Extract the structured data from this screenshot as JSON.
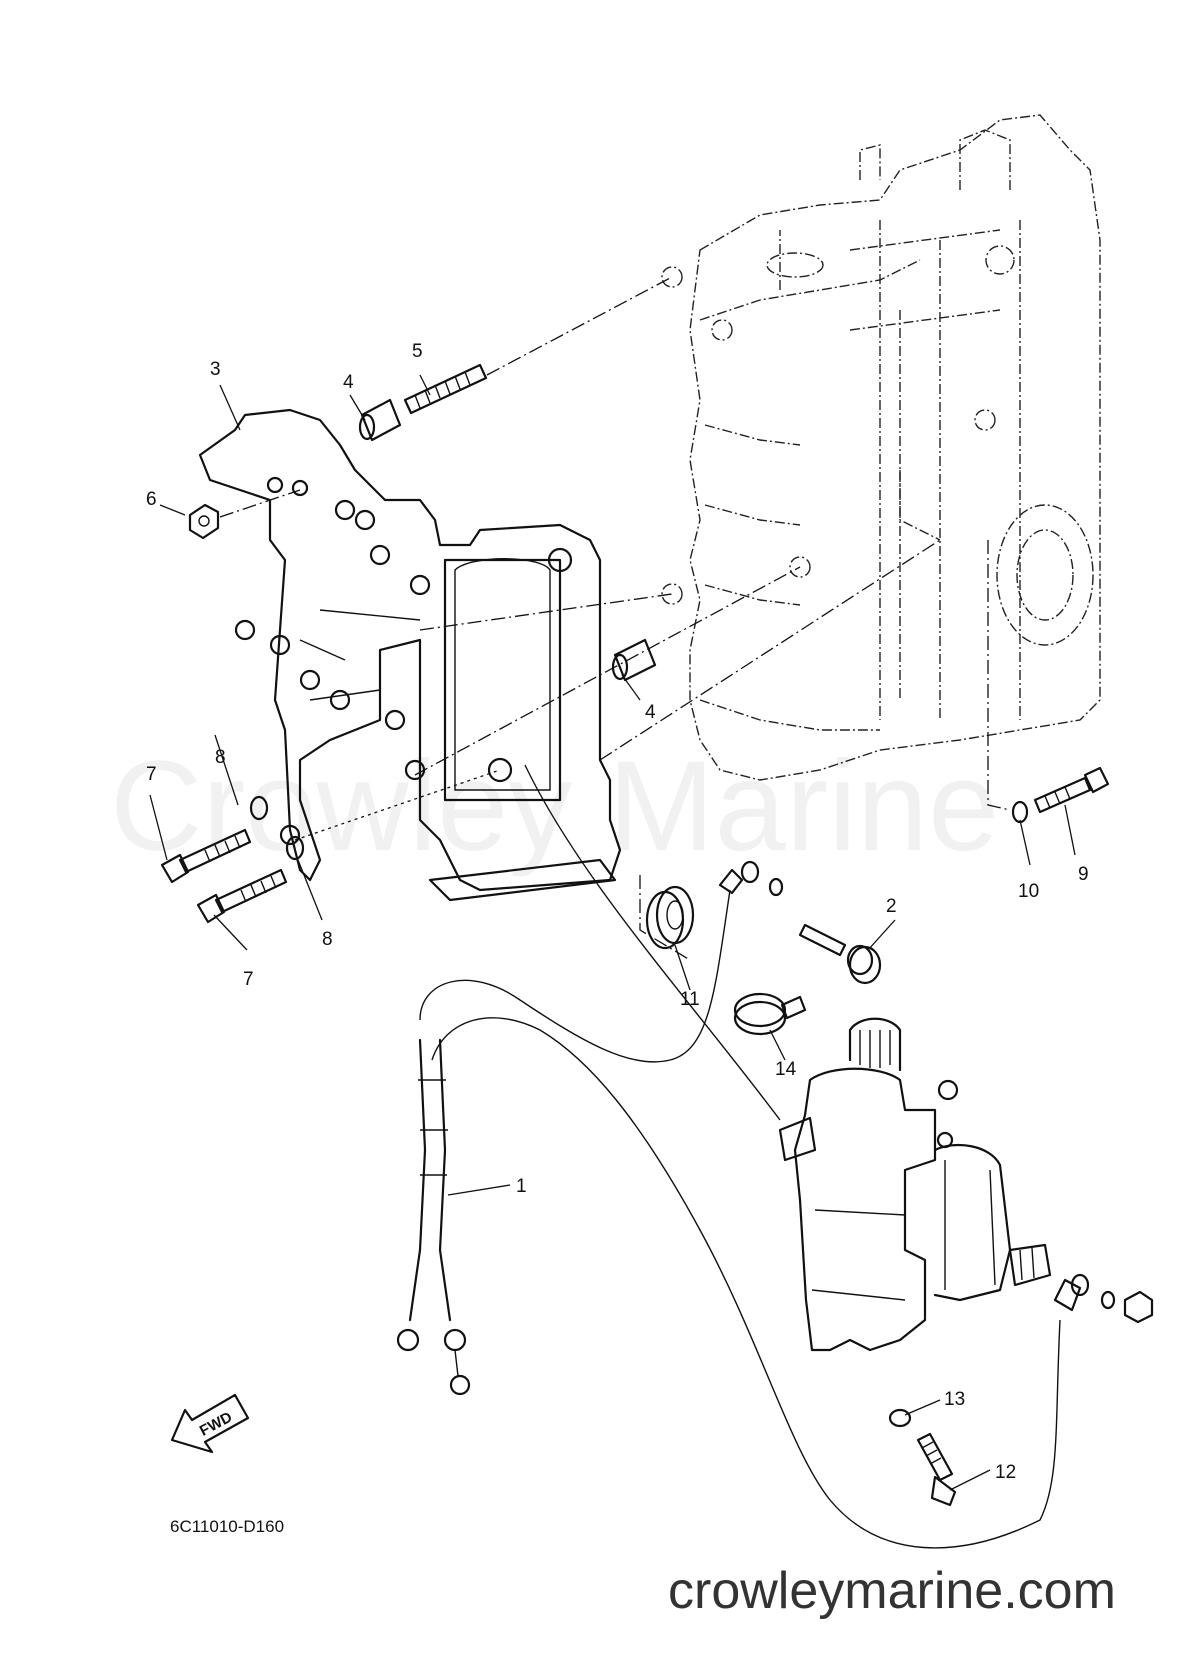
{
  "callouts": [
    {
      "id": "c1",
      "label": "1"
    },
    {
      "id": "c2",
      "label": "2"
    },
    {
      "id": "c3",
      "label": "3"
    },
    {
      "id": "c4a",
      "label": "4"
    },
    {
      "id": "c4b",
      "label": "4"
    },
    {
      "id": "c5",
      "label": "5"
    },
    {
      "id": "c6",
      "label": "6"
    },
    {
      "id": "c7a",
      "label": "7"
    },
    {
      "id": "c7b",
      "label": "7"
    },
    {
      "id": "c8a",
      "label": "8"
    },
    {
      "id": "c8b",
      "label": "8"
    },
    {
      "id": "c9",
      "label": "9"
    },
    {
      "id": "c10",
      "label": "10"
    },
    {
      "id": "c11",
      "label": "11"
    },
    {
      "id": "c12",
      "label": "12"
    },
    {
      "id": "c13",
      "label": "13"
    },
    {
      "id": "c14",
      "label": "14"
    }
  ],
  "fwd_label": "FWD",
  "ref_code": "6C11010-D160",
  "watermark": "Crowley Marine",
  "website": "crowleymarine.com"
}
